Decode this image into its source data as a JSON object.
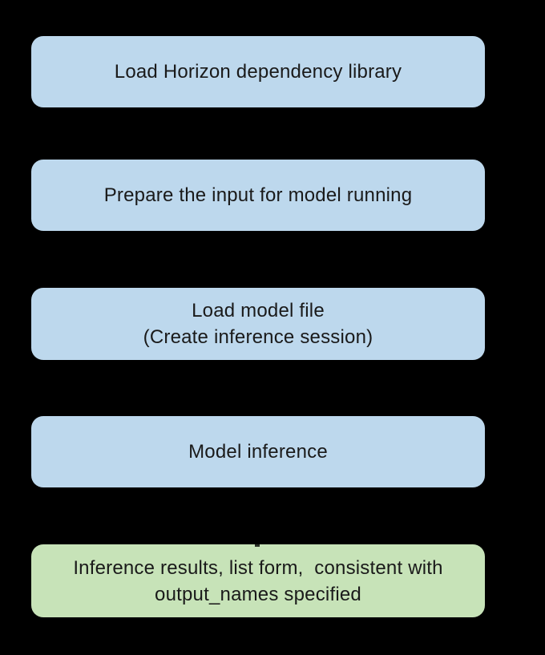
{
  "flowchart": {
    "background_color": "#000000",
    "process_fill_color": "#BDD8ED",
    "result_fill_color": "#C7E3B8",
    "text_color": "#1A1A1A",
    "steps": [
      {
        "id": "load-horizon-dependency-library",
        "type": "process",
        "lines": [
          "Load Horizon dependency library"
        ]
      },
      {
        "id": "prepare-input-for-model-running",
        "type": "process",
        "lines": [
          "Prepare the input for model running"
        ]
      },
      {
        "id": "load-model-file",
        "type": "process",
        "lines": [
          "Load model file",
          "(Create inference session)"
        ]
      },
      {
        "id": "model-inference",
        "type": "process",
        "lines": [
          "Model inference"
        ]
      },
      {
        "id": "inference-results",
        "type": "result",
        "lines": [
          "Inference results, list form,  consistent with",
          "output_names specified"
        ]
      }
    ]
  }
}
